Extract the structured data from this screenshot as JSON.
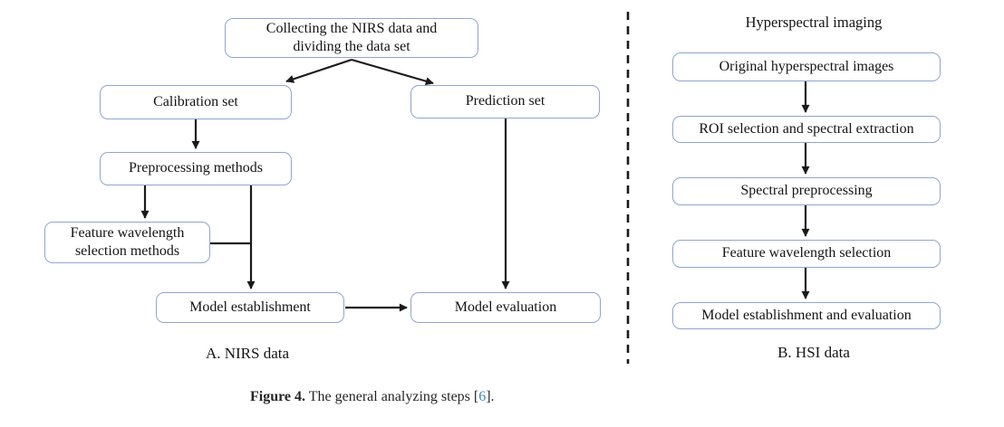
{
  "colors": {
    "box_border": "#90a5d0",
    "line": "#1a1a1a",
    "text": "#141414",
    "ref_link": "#3a87c6",
    "background": "#ffffff"
  },
  "panel_a": {
    "label": "A. NIRS data",
    "nodes": {
      "collect": "Collecting the NIRS data and dividing the data set",
      "calibration": "Calibration set",
      "prediction": "Prediction set",
      "preprocessing": "Preprocessing methods",
      "feature": "Feature wavelength selection methods",
      "model_establishment": "Model establishment",
      "model_evaluation": "Model evaluation"
    }
  },
  "panel_b": {
    "title": "Hyperspectral imaging",
    "label": "B. HSI data",
    "nodes": {
      "original": "Original hyperspectral images",
      "roi": "ROI selection and spectral extraction",
      "preprocessing": "Spectral preprocessing",
      "feature": "Feature wavelength selection",
      "model": "Model establishment and evaluation"
    }
  },
  "caption": {
    "label": "Figure 4.",
    "body": " The general analyzing steps [",
    "ref": "6",
    "tail": "]."
  }
}
